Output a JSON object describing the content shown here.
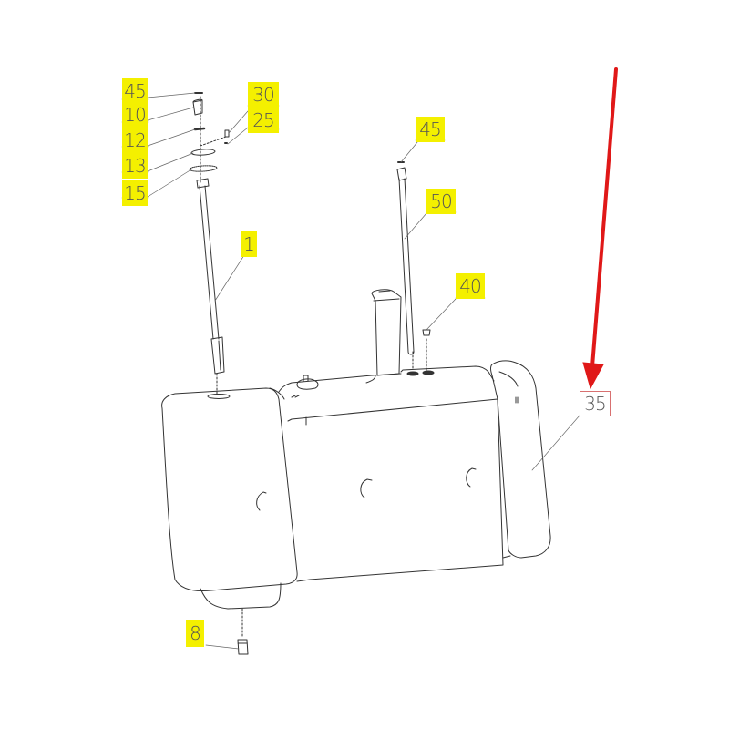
{
  "diagram": {
    "type": "exploded parts diagram",
    "subject": "fuel tank assembly",
    "colors": {
      "label_bg": "#f4f000",
      "label_text": "#555555",
      "line": "#333333",
      "arrow": "#e01818",
      "highlight_border": "#d87070"
    },
    "callouts": [
      {
        "id": "c45a",
        "text": "45"
      },
      {
        "id": "c10",
        "text": "10"
      },
      {
        "id": "c12",
        "text": "12"
      },
      {
        "id": "c13",
        "text": "13"
      },
      {
        "id": "c15",
        "text": "15"
      },
      {
        "id": "c30",
        "text": "30"
      },
      {
        "id": "c25",
        "text": "25"
      },
      {
        "id": "c1",
        "text": "1"
      },
      {
        "id": "c45b",
        "text": "45"
      },
      {
        "id": "c50",
        "text": "50"
      },
      {
        "id": "c40",
        "text": "40"
      },
      {
        "id": "c35",
        "text": "35",
        "highlighted": true
      },
      {
        "id": "c8",
        "text": "8"
      }
    ],
    "highlight_arrow": {
      "points_to": "35",
      "color": "#e01818"
    }
  }
}
